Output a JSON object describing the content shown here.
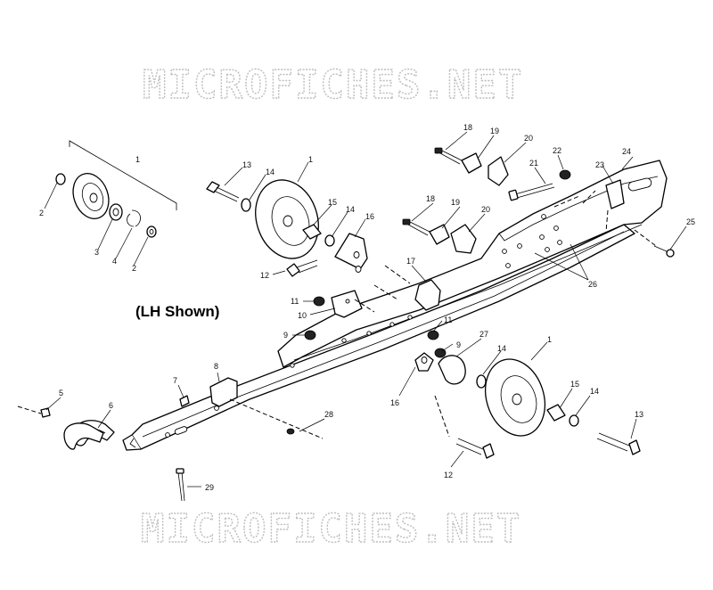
{
  "watermarks": {
    "top": "MICROFICHES.NET",
    "bottom": "MICROFICHES.NET"
  },
  "view_label": "(LH Shown)",
  "callouts": [
    {
      "id": "c1a",
      "text": "1"
    },
    {
      "id": "c2a",
      "text": "2"
    },
    {
      "id": "c3",
      "text": "3"
    },
    {
      "id": "c4",
      "text": "4"
    },
    {
      "id": "c2b",
      "text": "2"
    },
    {
      "id": "c13a",
      "text": "13"
    },
    {
      "id": "c14a",
      "text": "14"
    },
    {
      "id": "c1b",
      "text": "1"
    },
    {
      "id": "c15a",
      "text": "15"
    },
    {
      "id": "c14b",
      "text": "14"
    },
    {
      "id": "c16a",
      "text": "16"
    },
    {
      "id": "c12a",
      "text": "12"
    },
    {
      "id": "c18a",
      "text": "18"
    },
    {
      "id": "c19a",
      "text": "19"
    },
    {
      "id": "c20a",
      "text": "20"
    },
    {
      "id": "c22",
      "text": "22"
    },
    {
      "id": "c21",
      "text": "21"
    },
    {
      "id": "c23",
      "text": "23"
    },
    {
      "id": "c24",
      "text": "24"
    },
    {
      "id": "c18b",
      "text": "18"
    },
    {
      "id": "c19b",
      "text": "19"
    },
    {
      "id": "c20b",
      "text": "20"
    },
    {
      "id": "c25",
      "text": "25"
    },
    {
      "id": "c26",
      "text": "26"
    },
    {
      "id": "c17",
      "text": "17"
    },
    {
      "id": "c11a",
      "text": "11"
    },
    {
      "id": "c10",
      "text": "10"
    },
    {
      "id": "c11b",
      "text": "11"
    },
    {
      "id": "c9a",
      "text": "9"
    },
    {
      "id": "c9b",
      "text": "9"
    },
    {
      "id": "c27",
      "text": "27"
    },
    {
      "id": "c14c",
      "text": "14"
    },
    {
      "id": "c1c",
      "text": "1"
    },
    {
      "id": "c16b",
      "text": "16"
    },
    {
      "id": "c15b",
      "text": "15"
    },
    {
      "id": "c14d",
      "text": "14"
    },
    {
      "id": "c13b",
      "text": "13"
    },
    {
      "id": "c12b",
      "text": "12"
    },
    {
      "id": "c8",
      "text": "8"
    },
    {
      "id": "c7",
      "text": "7"
    },
    {
      "id": "c5",
      "text": "5"
    },
    {
      "id": "c6",
      "text": "6"
    },
    {
      "id": "c28",
      "text": "28"
    },
    {
      "id": "c29",
      "text": "29"
    }
  ]
}
